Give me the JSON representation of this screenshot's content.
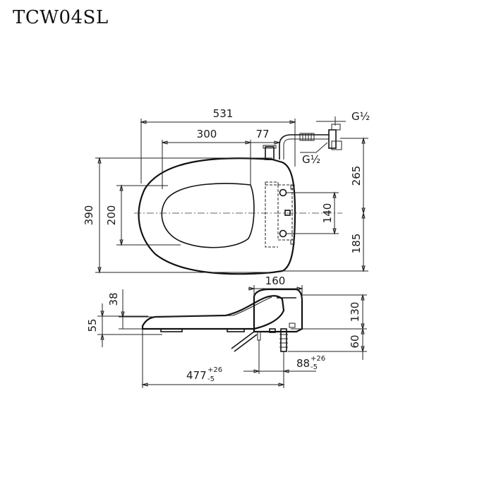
{
  "title": "TCW04SL",
  "dimensions": {
    "overall_length": "531",
    "seat_length": "300",
    "offset_77": "77",
    "pipe_thread_top": "G½",
    "pipe_thread_side": "G½",
    "overall_width": "390",
    "inner_width": "200",
    "height_265": "265",
    "mount_spacing": "140",
    "height_185": "185",
    "body_depth": "160",
    "side_38": "38",
    "side_55": "55",
    "height_130": "130",
    "height_60": "60",
    "rear_length": "477",
    "rear_tol_plus": "+26",
    "rear_tol_minus": "-5",
    "bolt_offset": "88",
    "bolt_tol_plus": "+26",
    "bolt_tol_minus": "-5"
  }
}
